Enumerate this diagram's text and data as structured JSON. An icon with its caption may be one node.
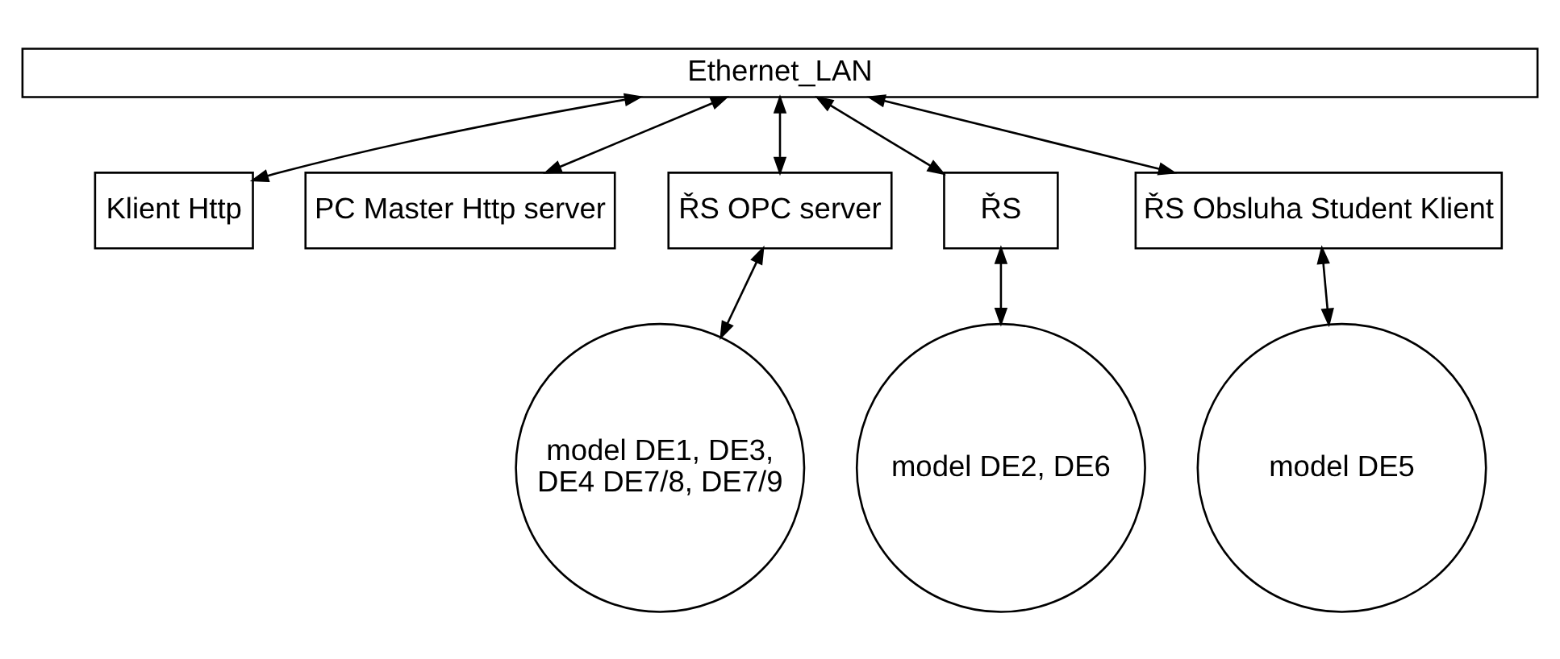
{
  "diagram": {
    "nodes": [
      {
        "text": [
          "Ethernet_LAN"
        ]
      },
      {
        "text": [
          "Klient Http"
        ]
      },
      {
        "text": [
          "PC Master Http server"
        ]
      },
      {
        "text": [
          "ŘS OPC server"
        ]
      },
      {
        "text": [
          "ŘS"
        ]
      },
      {
        "text": [
          "ŘS Obsluha Student Klient"
        ]
      },
      {
        "text": [
          "model DE1, DE3, DE4 DE7/8, DE7/9"
        ]
      },
      {
        "text": [
          "model DE2, DE6"
        ]
      },
      {
        "text": [
          "model DE5"
        ]
      }
    ],
    "edges": [
      {
        "from": 0,
        "to": 1,
        "arrow": "both"
      },
      {
        "from": 0,
        "to": 2,
        "arrow": "both"
      },
      {
        "from": 0,
        "to": 3,
        "arrow": "both"
      },
      {
        "from": 0,
        "to": 4,
        "arrow": "both"
      },
      {
        "from": 0,
        "to": 5,
        "arrow": "both"
      },
      {
        "from": 3,
        "to": 6,
        "arrow": "both"
      },
      {
        "from": 4,
        "to": 7,
        "arrow": "both"
      },
      {
        "from": 5,
        "to": 8,
        "arrow": "both"
      }
    ]
  }
}
